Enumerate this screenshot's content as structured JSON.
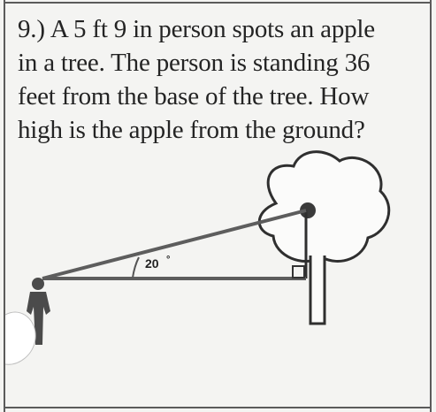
{
  "problem": {
    "number": "9.)",
    "lines": [
      "A 5 ft 9 in person spots an apple",
      "in a tree.  The person is standing 36",
      "feet from the base of the tree.  How",
      "high is the apple from the ground?"
    ]
  },
  "diagram": {
    "angle_label": "20",
    "angle_unit_symbol": "°"
  }
}
